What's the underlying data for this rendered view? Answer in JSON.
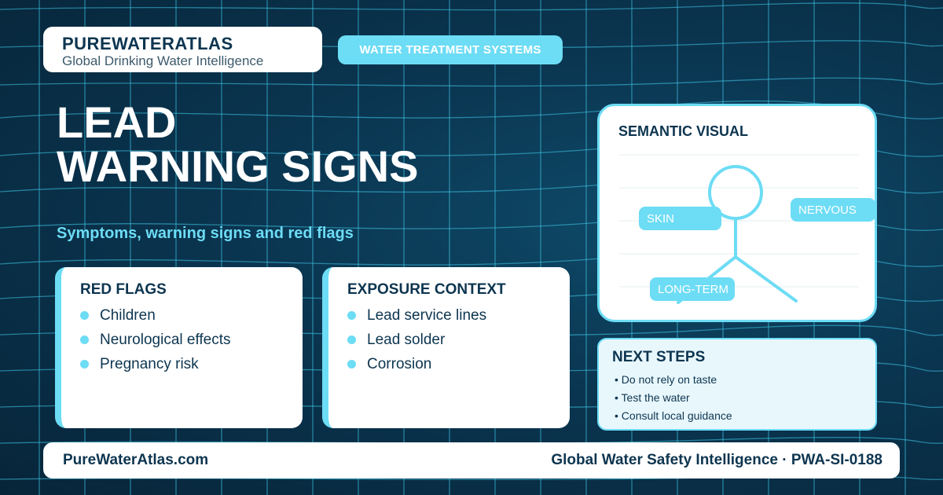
{
  "brand": {
    "name": "PUREWATERATLAS",
    "tagline": "Global Drinking Water Intelligence"
  },
  "category_pill": "WATER TREATMENT SYSTEMS",
  "headline": {
    "line1": "LEAD",
    "line2": "WARNING SIGNS"
  },
  "subtitle": "Symptoms, warning signs and red flags",
  "red_flags": {
    "title": "RED FLAGS",
    "items": [
      "Children",
      "Neurological effects",
      "Pregnancy risk"
    ]
  },
  "exposure": {
    "title": "EXPOSURE CONTEXT",
    "items": [
      "Lead service lines",
      "Lead solder",
      "Corrosion"
    ]
  },
  "semantic_visual": {
    "title": "SEMANTIC VISUAL",
    "labels": {
      "skin": "SKIN",
      "nervous": "NERVOUS",
      "long_term": "LONG-TERM"
    }
  },
  "next_steps": {
    "title": "NEXT STEPS",
    "items": [
      "• Do not rely on taste",
      "• Test the water",
      "• Consult local guidance"
    ]
  },
  "footer": {
    "site": "PureWaterAtlas.com",
    "right": "Global Water Safety Intelligence · PWA-SI-0188"
  },
  "colors": {
    "accent": "#6ddcf5",
    "navy": "#0d3550",
    "background": "#0a3550"
  }
}
